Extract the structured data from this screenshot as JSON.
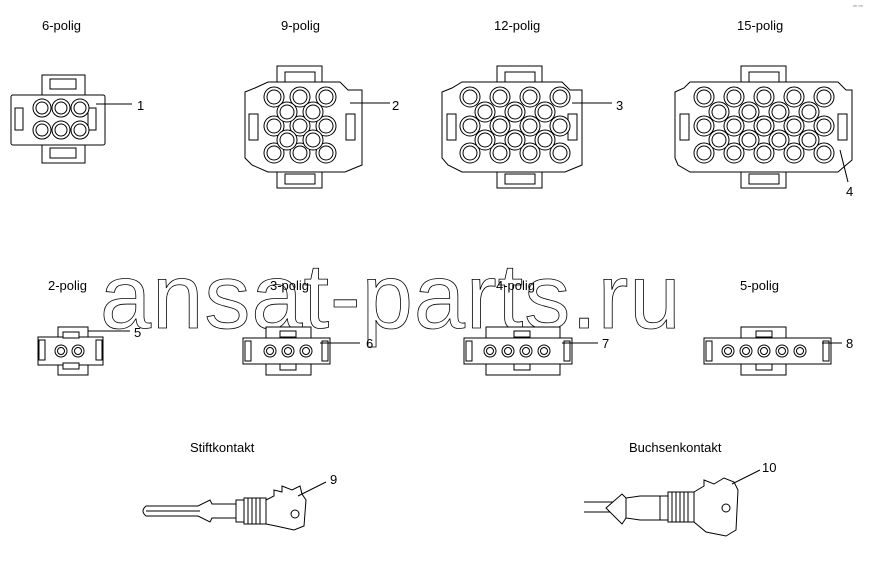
{
  "title_labels": {
    "c6": "6-polig",
    "c9": "9-polig",
    "c12": "12-polig",
    "c15": "15-polig",
    "c2": "2-polig",
    "c3": "3-polig",
    "c4": "4-polig",
    "c5": "5-polig",
    "pin": "Stiftkontakt",
    "socket": "Buchsenkontakt"
  },
  "callouts": {
    "n1": "1",
    "n2": "2",
    "n3": "3",
    "n4": "4",
    "n5": "5",
    "n6": "6",
    "n7": "7",
    "n8": "8",
    "n9": "9",
    "n10": "10"
  },
  "watermark": "ansat-parts.ru",
  "corner_mark": "ᵃᵐ ⁿⁿⁿ"
}
